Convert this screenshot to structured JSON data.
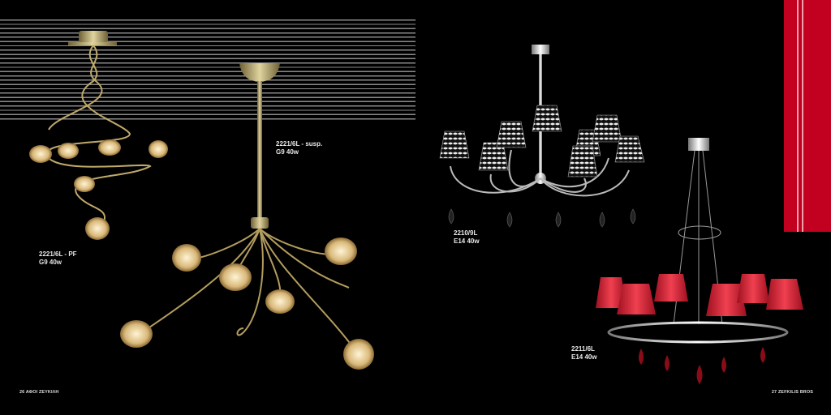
{
  "products": [
    {
      "code": "2221/6L - PF",
      "spec": "G9 40w"
    },
    {
      "code": "2221/6L - susp.",
      "spec": "G9 40w"
    },
    {
      "code": "2210/9L",
      "spec": "E14 40w"
    },
    {
      "code": "2211/6L",
      "spec": "E14 40w"
    }
  ],
  "footer": {
    "left": "26 ΑΦΟΙ ΖΕΥΚΙΛΗ",
    "right": "27 ZEFKILIS BROS"
  },
  "colors": {
    "accent_red": "#c2001f",
    "brass": "#b9a56a",
    "chrome": "#c8c8c8",
    "shade_red": "#d8283a"
  }
}
